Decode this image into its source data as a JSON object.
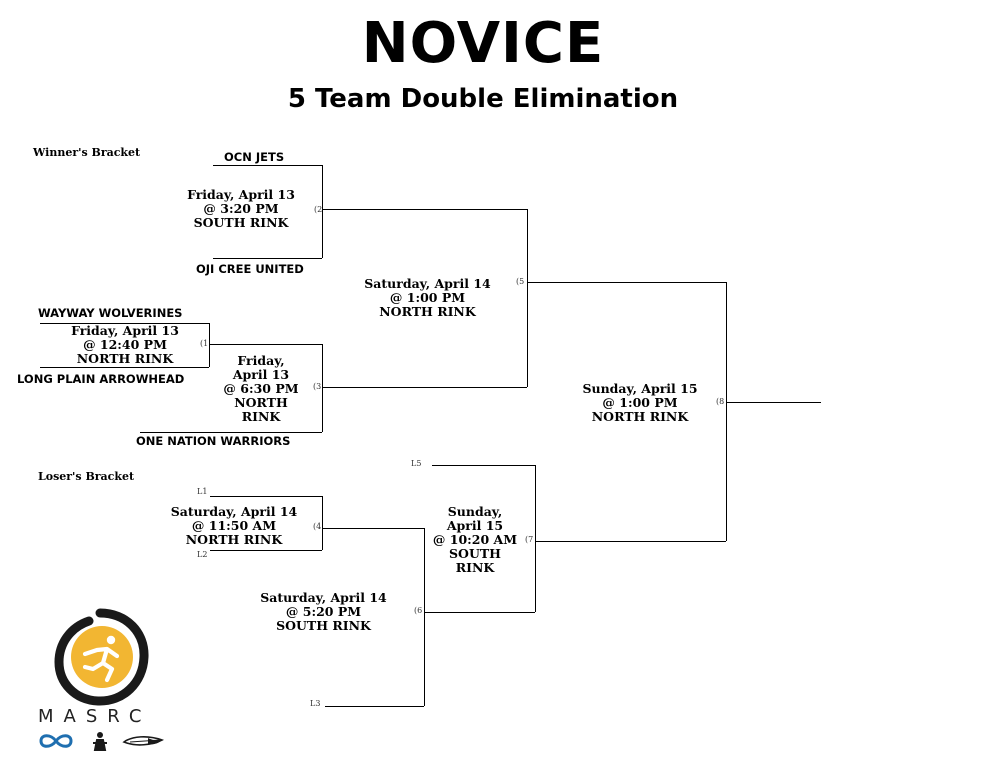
{
  "title": "NOVICE",
  "subtitle": "5 Team Double Elimination",
  "winners_label": "Winner's Bracket",
  "losers_label": "Loser's Bracket",
  "teams": {
    "ocn_jets": "OCN JETS",
    "oji_cree": "OJI CREE UNITED",
    "wayway": "WAYWAY WOLVERINES",
    "long_plain": "LONG PLAIN ARROWHEAD",
    "one_nation": "ONE NATION WARRIORS"
  },
  "games": {
    "g1": {
      "num": "(1",
      "lines": [
        "Friday, April 13",
        "@ 12:40 PM",
        "NORTH RINK"
      ]
    },
    "g2": {
      "num": "(2",
      "lines": [
        "Friday, April 13",
        "@ 3:20 PM",
        "SOUTH RINK"
      ]
    },
    "g3": {
      "num": "(3",
      "lines": [
        "Friday,",
        "April 13",
        "@ 6:30 PM",
        "NORTH",
        "RINK"
      ]
    },
    "g4": {
      "num": "(4",
      "lines": [
        "Saturday, April 14",
        "@ 11:50 AM",
        "NORTH RINK"
      ]
    },
    "g5": {
      "num": "(5",
      "lines": [
        "Saturday, April 14",
        "@ 1:00 PM",
        "NORTH RINK"
      ]
    },
    "g6": {
      "num": "(6",
      "lines": [
        "Saturday, April 14",
        "@ 5:20 PM",
        "SOUTH RINK"
      ]
    },
    "g7": {
      "num": "(7",
      "lines": [
        "Sunday,",
        "April 15",
        "@ 10:20 AM",
        "SOUTH",
        "RINK"
      ]
    },
    "g8": {
      "num": "(8",
      "lines": [
        "Sunday, April 15",
        "@ 1:00 PM",
        "NORTH RINK"
      ]
    }
  },
  "slots": {
    "l1": "L1",
    "l2": "L2",
    "l3": "L3",
    "l5": "L5"
  },
  "logo": {
    "text": "MASRC",
    "accent_color": "#f2b632",
    "ring_color": "#1a1a1a",
    "icons": [
      "infinity-icon",
      "figure-icon",
      "feather-icon"
    ]
  }
}
